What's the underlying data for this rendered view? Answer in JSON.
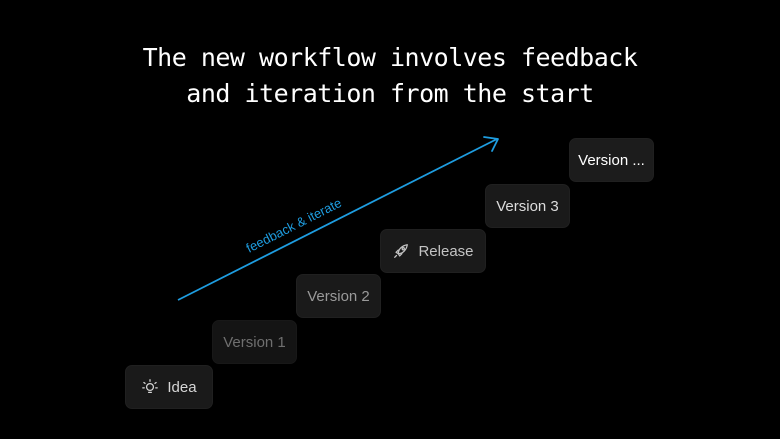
{
  "title": {
    "line1": "The new workflow involves feedback",
    "line2": "and iteration from the start"
  },
  "arrow": {
    "label": "feedback & iterate",
    "color": "#1e9de0"
  },
  "steps": [
    {
      "label": "Idea",
      "icon": "lightbulb-icon",
      "text_color": "#d6d6d6"
    },
    {
      "label": "Version 1",
      "icon": null,
      "text_color": "#6f6f6f"
    },
    {
      "label": "Version 2",
      "icon": null,
      "text_color": "#9a9a9a"
    },
    {
      "label": "Release",
      "icon": "rocket-icon",
      "text_color": "#c4c4c4"
    },
    {
      "label": "Version 3",
      "icon": null,
      "text_color": "#dcdcdc"
    },
    {
      "label": "Version ...",
      "icon": null,
      "text_color": "#ffffff"
    }
  ]
}
